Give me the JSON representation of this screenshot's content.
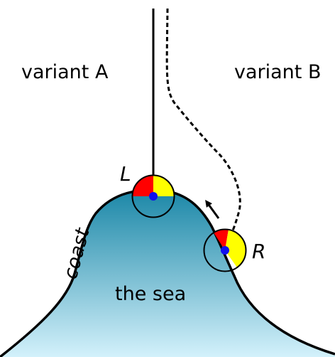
{
  "labels": {
    "variant_a": "variant A",
    "variant_b": "variant B",
    "point_l": "L",
    "point_r": "R",
    "coast": "coast",
    "sea": "the sea"
  },
  "colors": {
    "background": "#ffffff",
    "sea_top": "#1b87a7",
    "sea_bottom": "#d3f1fb",
    "coastline": "#000000",
    "path_line": "#000000",
    "left_quadrant": "#ff0000",
    "right_quadrant": "#ffff00",
    "point_marker": "#1010ee"
  },
  "legend": {
    "variant_a_style": "solid line",
    "variant_b_style": "dashed line"
  }
}
